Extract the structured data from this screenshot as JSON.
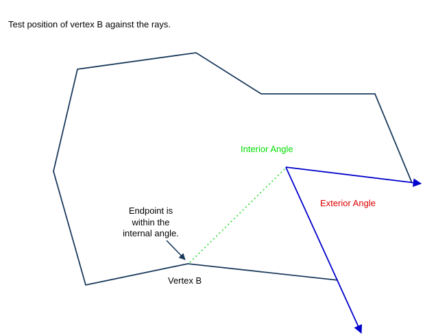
{
  "heading": "Test position of vertex B against the rays.",
  "labels": {
    "interior_angle": "Interior Angle",
    "exterior_angle": "Exterior Angle",
    "vertex_b": "Vertex B",
    "callout_line_1": "Endpoint is",
    "callout_line_2": "within the",
    "callout_line_3": "internal angle."
  },
  "colors": {
    "polygon": "#1a3a5c",
    "rays": "#0000cc",
    "interior_text": "#00dd00",
    "dotted_line": "#22dd22",
    "exterior_text": "#dd0000",
    "text": "#000000",
    "background": "#ffffff"
  }
}
